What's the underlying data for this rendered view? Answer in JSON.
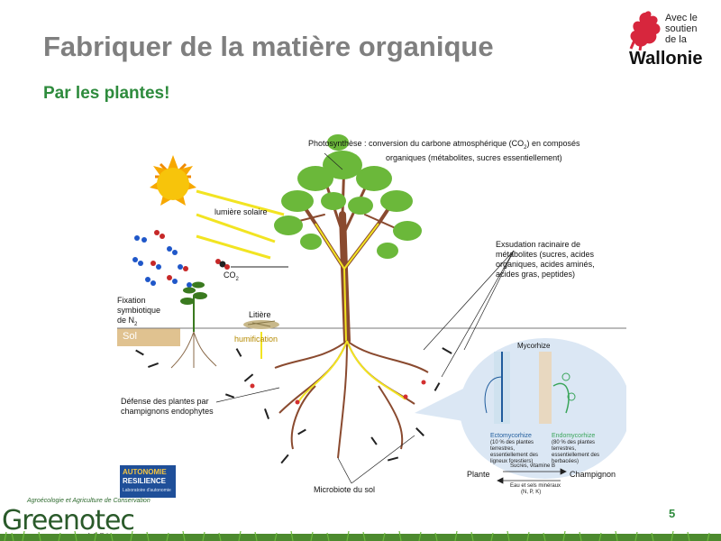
{
  "slide": {
    "title": "Fabriquer de la matière organique",
    "subtitle": "Par les plantes!",
    "page_number": "5"
  },
  "logos": {
    "wallonie": {
      "line1": "Avec le",
      "line2": "soutien",
      "line3": "de la",
      "name": "Wallonie",
      "color": "#d7263d"
    },
    "autonomie": {
      "line1": "AUTONOMIE",
      "line2": "RESILIENCE",
      "line3": "Laboratoire d'autonomie"
    },
    "greenotec": {
      "tagline": "Agroécologie et Agriculture de Conservation",
      "name": "Greenotec",
      "suffix": "ASBL"
    }
  },
  "diagram": {
    "photosynthese": {
      "line1": "Photosynthèse :  conversion du carbone atmosphérique (CO",
      "sub": "2",
      "line1_end": ") en composés",
      "line2": "organiques (métabolites, sucres essentiellement)"
    },
    "lumiere": "lumière solaire",
    "co2": "CO",
    "co2_sub": "2",
    "fixation": {
      "line1": "Fixation",
      "line2": "symbiotique",
      "line3": "de N",
      "sub": "2"
    },
    "sol": "Sol",
    "litiere": "Litière",
    "humification": "humification",
    "exsudation": {
      "line1": "Exsudation racinaire de",
      "line2": "métabolites (sucres, acides",
      "line3": "organiques, acides aminés,",
      "line4": "acides gras, peptides)"
    },
    "defense": {
      "line1": "Défense des plantes par",
      "line2": "champignons endophytes"
    },
    "microbiote": "Microbiote du sol",
    "mycorhize": {
      "title": "Mycorhize",
      "ecto": "Ectomycorhize",
      "endo": "Endomycorhize",
      "ecto_note": "(10 % des plantes terrestres, essentiellement des ligneux forestiers)",
      "endo_note": "(80 % des plantes terrestres, essentiellement des herbacées)"
    },
    "exchange": {
      "plante": "Plante",
      "champignon": "Champignon",
      "top": "Sucres, vitamine B",
      "bottom1": "Eau et sels minéraux",
      "bottom2": "(N, P, K)"
    }
  },
  "colors": {
    "title_gray": "#7f7f7f",
    "subtitle_green": "#2e8b3d",
    "sun_yellow": "#f7c40b",
    "sun_orange": "#f08a00",
    "leaf_green": "#6bb83a",
    "trunk_brown": "#8a4a2f",
    "sap_yellow": "#f2e422",
    "soil_tan": "#e0c290",
    "mycorhize_bubble": "#dbe7f4"
  }
}
